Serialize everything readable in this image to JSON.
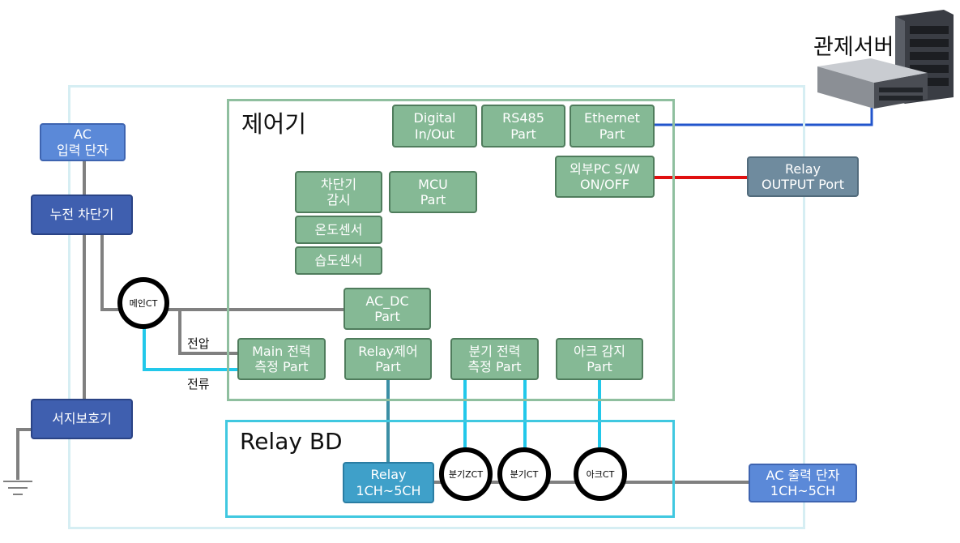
{
  "sections": {
    "controller_title": "제어기",
    "relay_bd_title": "Relay BD",
    "server_title": "관제서버"
  },
  "boxes": {
    "ac_input": "AC\n입력 단자",
    "leakage_breaker": "누전 차단기",
    "surge_protector": "서지보호기",
    "digital_io": "Digital\nIn/Out",
    "rs485": "RS485\nPart",
    "ethernet": "Ethernet\nPart",
    "external_pc_sw": "외부PC S/W\nON/OFF",
    "relay_output_port": "Relay\nOUTPUT Port",
    "breaker_monitor": "차단기\n감시",
    "mcu": "MCU\nPart",
    "temp_sensor": "온도센서",
    "humidity_sensor": "습도센서",
    "ac_dc": "AC_DC\nPart",
    "main_power_measure": "Main 전력\n측정 Part",
    "relay_control": "Relay제어\nPart",
    "branch_power_measure": "분기 전력\n측정 Part",
    "arc_detect": "아크 감지\nPart",
    "relay_channels": "Relay\n1CH~5CH",
    "ac_output": "AC 출력 단자\n1CH~5CH"
  },
  "ct_sensors": {
    "main_ct": "메인CT",
    "branch_zct": "분기ZCT",
    "branch_ct": "분기CT",
    "arc_ct": "아크CT"
  },
  "line_labels": {
    "voltage": "전압",
    "current": "전류"
  },
  "colors": {
    "green_box": "#85b995",
    "dark_blue_box": "#3f5faf",
    "light_blue_box": "#5b89d8",
    "slate_box": "#6f8b9e",
    "relay_box": "#3fa0c9",
    "power_line": "#808080",
    "signal_line": "#22c8ea",
    "ethernet_line": "#2255cc",
    "relay_output_line": "#e01010"
  }
}
